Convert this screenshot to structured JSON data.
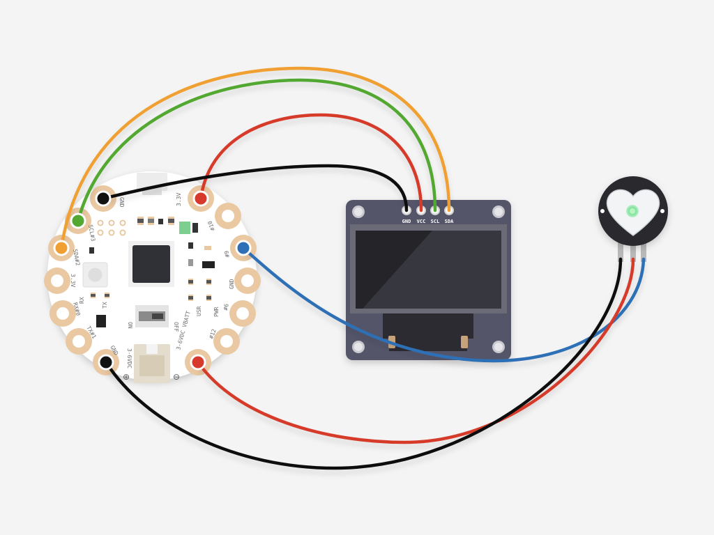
{
  "board": {
    "pins": {
      "gnd_top": "GND",
      "v33_top": "3.3V",
      "scl": "SCL#3",
      "sda": "SDA#2",
      "v33_left": "3.3V",
      "rx": "RX#0",
      "tx": "TX#1",
      "gnd_bottom": "GND",
      "vin": "3-6VDC",
      "vbatt": "3-6VDC VBATT",
      "p12": "#12",
      "p6": "#6",
      "gnd_right": "GND",
      "p9": "#9",
      "p10": "#10"
    },
    "silk": {
      "rx": "RX",
      "tx": "TX",
      "on": "ON",
      "off": "OFF",
      "usr": "USR",
      "pwr": "PWR",
      "plus": "⊕",
      "minus": "⊖"
    }
  },
  "oled": {
    "pins": [
      "GND",
      "VCC",
      "SCL",
      "SDA"
    ]
  },
  "wires": {
    "orange": "#f0a033",
    "green": "#52a830",
    "red": "#d63a2c",
    "black": "#111111",
    "blue": "#2f6fb5"
  }
}
